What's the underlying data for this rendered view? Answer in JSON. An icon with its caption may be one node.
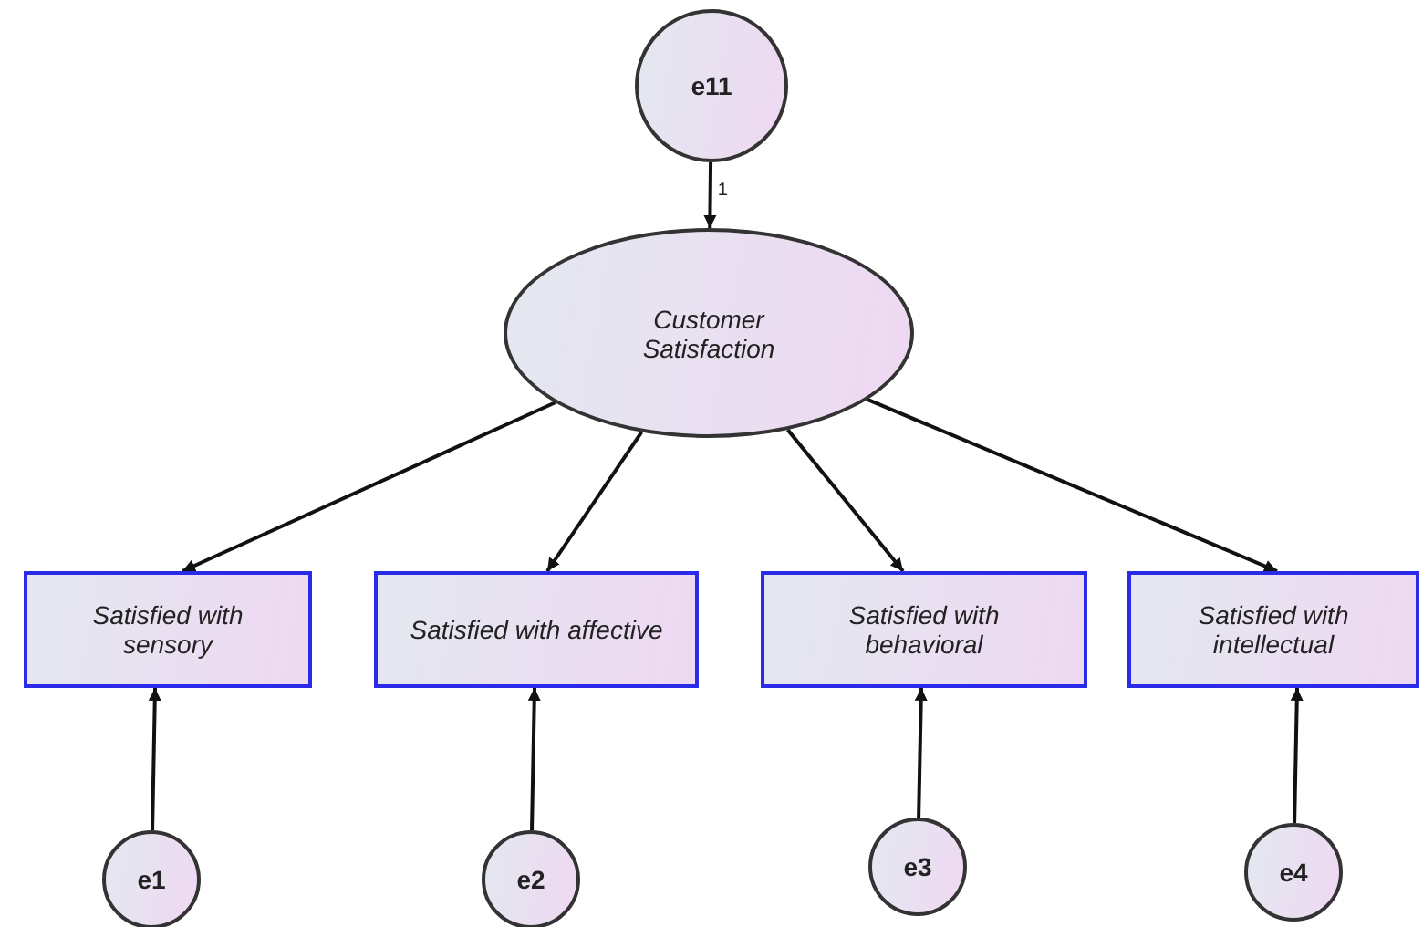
{
  "diagram": {
    "nodes": [
      {
        "text": [
          "e11"
        ]
      },
      {
        "text": [
          "Customer Satisfaction"
        ]
      },
      {
        "text": [
          "Satisfied with sensory"
        ]
      },
      {
        "text": [
          "Satisfied with affective"
        ]
      },
      {
        "text": [
          "Satisfied with behavioral"
        ]
      },
      {
        "text": [
          "Satisfied with intellectual"
        ]
      },
      {
        "text": [
          "e1"
        ]
      },
      {
        "text": [
          "e2"
        ]
      },
      {
        "text": [
          "e3"
        ]
      },
      {
        "text": [
          "e4"
        ]
      }
    ],
    "edges": [
      {
        "from": 0,
        "to": 1,
        "arrow": "to",
        "label": "1"
      },
      {
        "from": 1,
        "to": 2,
        "arrow": "to"
      },
      {
        "from": 1,
        "to": 3,
        "arrow": "to"
      },
      {
        "from": 1,
        "to": 4,
        "arrow": "to"
      },
      {
        "from": 1,
        "to": 5,
        "arrow": "to"
      },
      {
        "from": 6,
        "to": 2,
        "arrow": "to"
      },
      {
        "from": 7,
        "to": 3,
        "arrow": "to"
      },
      {
        "from": 8,
        "to": 4,
        "arrow": "to"
      },
      {
        "from": 9,
        "to": 5,
        "arrow": "to"
      }
    ]
  }
}
